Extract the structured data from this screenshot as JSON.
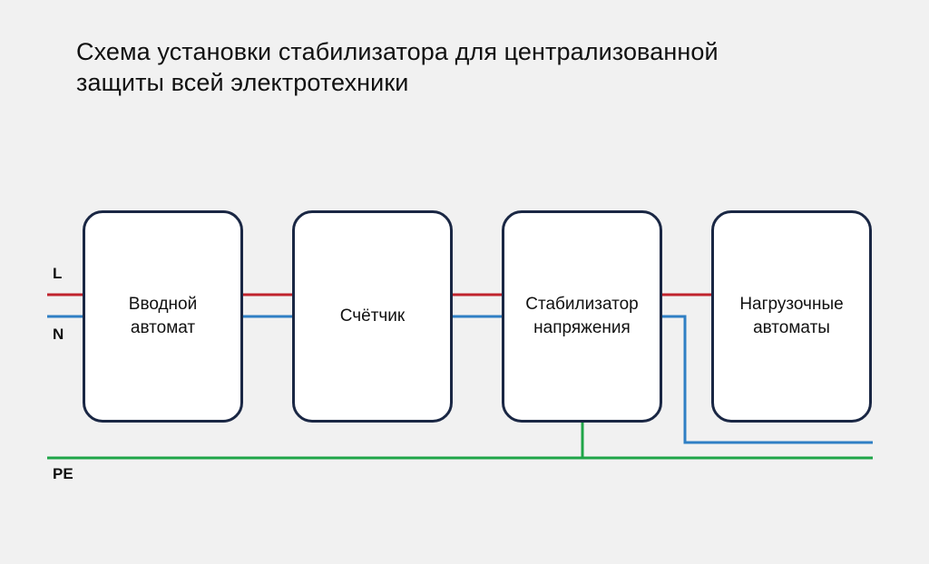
{
  "title": {
    "line1": "Схема установки стабилизатора для централизованной",
    "line2": "защиты всей электротехники"
  },
  "wire_labels": {
    "l": "L",
    "n": "N",
    "pe": "PE"
  },
  "blocks": [
    {
      "label": "Вводной\nавтомат"
    },
    {
      "label": "Счётчик"
    },
    {
      "label": "Стабилизатор\nнапряжения"
    },
    {
      "label": "Нагрузочные\nавтоматы"
    }
  ],
  "colors": {
    "background": "#f1f1f1",
    "box_border": "#1a2744",
    "box_fill": "#ffffff",
    "line_l": "#c0232d",
    "line_n": "#2f7fc4",
    "line_pe": "#1fa548"
  }
}
